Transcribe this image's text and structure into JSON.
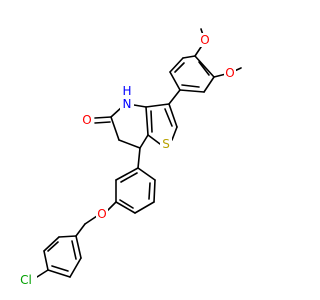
{
  "structure": {
    "labels": {
      "ome_top_o": "O",
      "ome_bottom_o": "O",
      "lactam_o": "O",
      "nh": "N",
      "nh_h": "H",
      "thiophene_s": "S",
      "ether_o": "O",
      "chloro": "Cl"
    },
    "colors": {
      "oxygen": "#ff0000",
      "nitrogen": "#0000ff",
      "sulfur": "#b8a200",
      "chlorine": "#00a000",
      "bond": "#000000"
    }
  }
}
